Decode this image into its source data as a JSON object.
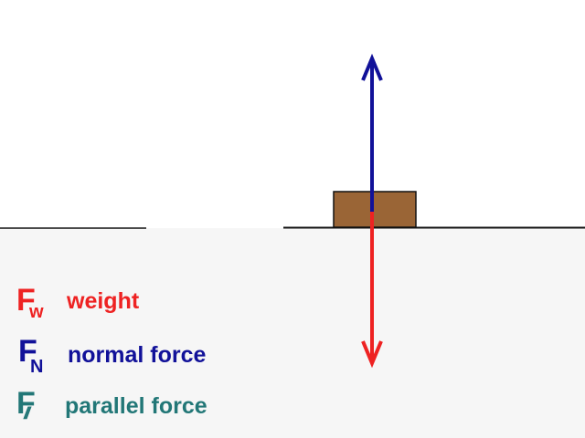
{
  "colors": {
    "weight": "#ee2222",
    "normal": "#111199",
    "parallel": "#227777",
    "block": "#9a6536",
    "ground": "#f6f6f6",
    "line": "#111111"
  },
  "legend": {
    "weight": {
      "symbol": "F",
      "subscript": "w",
      "label": "weight"
    },
    "normal": {
      "symbol": "F",
      "subscript": "N",
      "label": "normal force"
    },
    "parallel": {
      "symbol": "F",
      "subscript": "//",
      "label": "parallel force"
    }
  }
}
